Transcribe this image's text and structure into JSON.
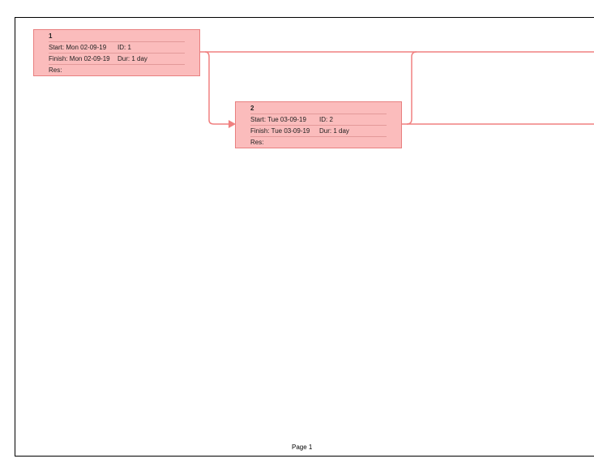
{
  "nodes": [
    {
      "title": "1",
      "start": "Start:  Mon 02-09-19",
      "id": "ID:   1",
      "finish": "Finish: Mon 02-09-19",
      "dur": "Dur: 1 day",
      "res": "Res:"
    },
    {
      "title": "2",
      "start": "Start:  Tue 03-09-19",
      "id": "ID:   2",
      "finish": "Finish: Tue 03-09-19",
      "dur": "Dur: 1 day",
      "res": "Res:"
    }
  ],
  "colors": {
    "node_fill": "#fbbcbc",
    "link": "#f08080"
  },
  "footer": "Page 1"
}
